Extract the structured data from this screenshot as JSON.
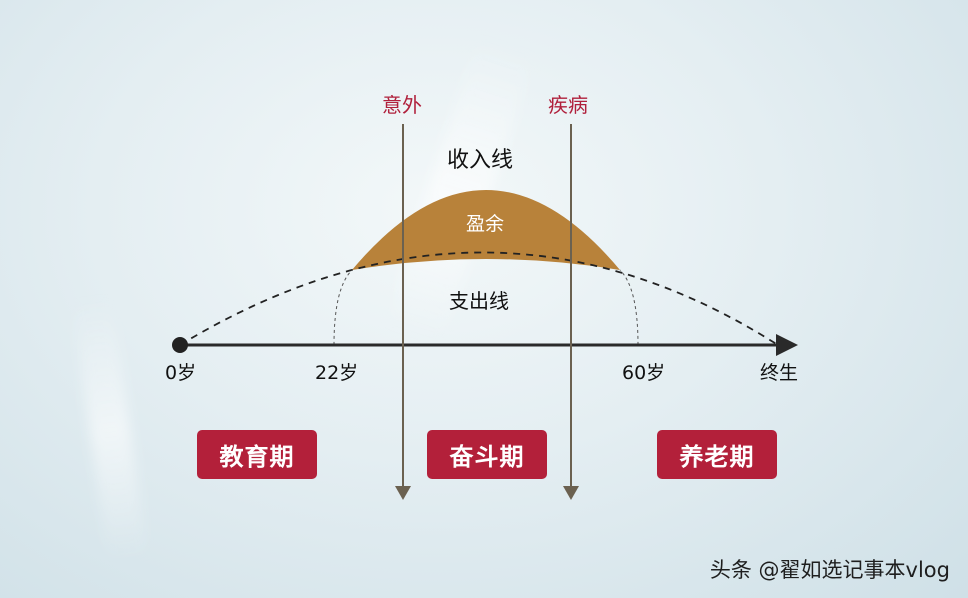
{
  "events": {
    "accident": "意外",
    "illness": "疾病"
  },
  "curves": {
    "income": "收入线",
    "surplus": "盈余",
    "expense": "支出线"
  },
  "axis": {
    "start": "0岁",
    "tick_22": "22岁",
    "tick_60": "60岁",
    "end": "终生"
  },
  "phases": {
    "education": "教育期",
    "struggle": "奋斗期",
    "retirement": "养老期"
  },
  "watermark": "头条 @翟如选记事本vlog",
  "colors": {
    "surplus_fill": "#b8823a",
    "phase_bg": "#b3203a",
    "event_text": "#b0203c",
    "event_arrow": "#6b6150",
    "axis": "#2a2a2a"
  }
}
